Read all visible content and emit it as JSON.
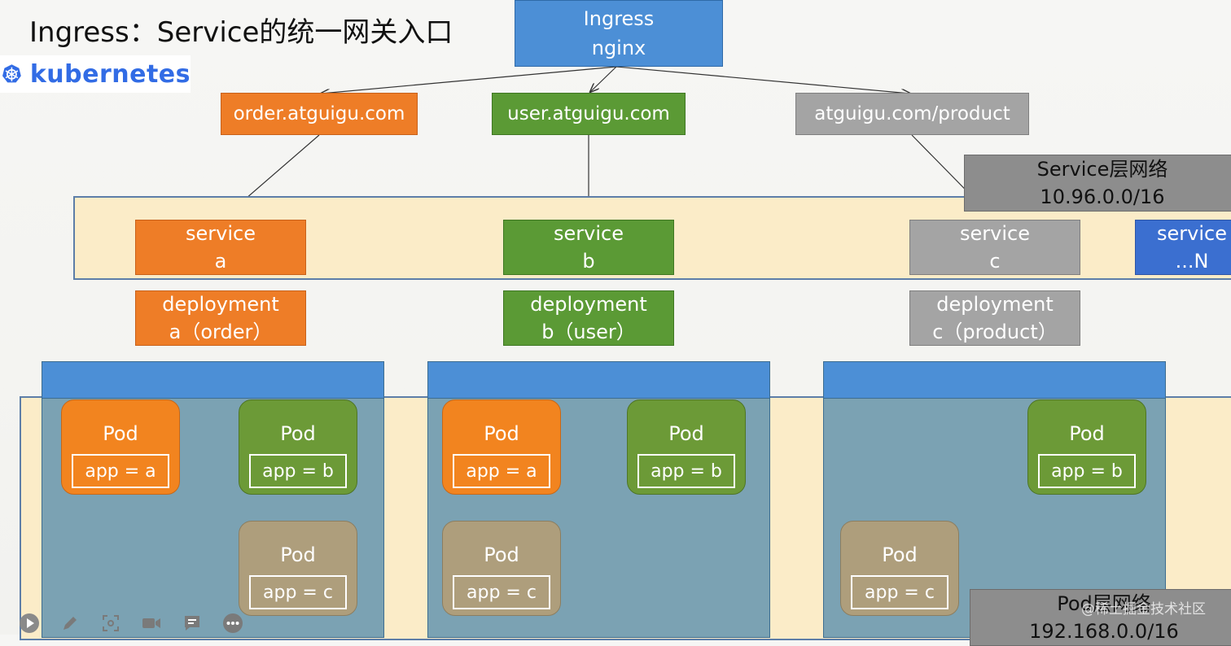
{
  "title": "Ingress：Service的统一网关入口",
  "logo": {
    "text": "kubernetes",
    "icon": "helm-wheel-icon",
    "color": "#326ce5"
  },
  "ingress": {
    "line1": "Ingress",
    "line2": "nginx"
  },
  "hosts": {
    "order": "order.atguigu.com",
    "user": "user.atguigu.com",
    "product": "atguigu.com/product"
  },
  "service_network": {
    "line1": "Service层网络",
    "line2": "10.96.0.0/16"
  },
  "services": {
    "a": {
      "line1": "service",
      "line2": "a"
    },
    "b": {
      "line1": "service",
      "line2": "b"
    },
    "c": {
      "line1": "service",
      "line2": "c"
    },
    "n": {
      "line1": "service",
      "line2": "...N"
    }
  },
  "deployments": {
    "a": {
      "line1": "deployment",
      "line2": "a（order）"
    },
    "b": {
      "line1": "deployment",
      "line2": "b（user）"
    },
    "c": {
      "line1": "deployment",
      "line2": "c（product）"
    }
  },
  "pods": {
    "node1": [
      {
        "name": "Pod",
        "label": "app = a"
      },
      {
        "name": "Pod",
        "label": "app = b"
      },
      {
        "name": "Pod",
        "label": "app = c"
      }
    ],
    "node2": [
      {
        "name": "Pod",
        "label": "app = a"
      },
      {
        "name": "Pod",
        "label": "app = b"
      },
      {
        "name": "Pod",
        "label": "app = c"
      }
    ],
    "node3": [
      {
        "name": "Pod",
        "label": "app = b"
      },
      {
        "name": "Pod",
        "label": "app = c"
      }
    ]
  },
  "pod_network": {
    "line1": "Pod层网络",
    "line2": "192.168.0.0/16"
  },
  "watermark": "@稀土掘金技术社区",
  "toolbar": [
    "play-icon",
    "pen-icon",
    "screenshot-icon",
    "camera-icon",
    "comment-icon",
    "more-icon"
  ],
  "colors": {
    "orange": "#ee7d27",
    "green": "#5b9a35",
    "gray": "#a4a4a4",
    "blue": "#4c8fd6",
    "band": "#fbecc8"
  }
}
